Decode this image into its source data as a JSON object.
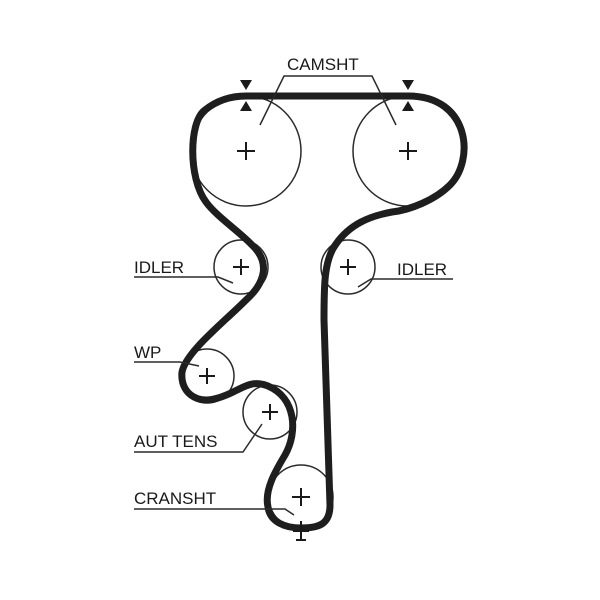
{
  "labels": {
    "camshaft": "CAMSHT",
    "idler_left": "IDLER",
    "idler_right": "IDLER",
    "water_pump": "WP",
    "auto_tensioner": "AUT TENS",
    "crankshaft": "CRANSHT"
  },
  "colors": {
    "belt": "#1e1e1e",
    "lines": "#2a2a2a",
    "background": "#ffffff"
  }
}
